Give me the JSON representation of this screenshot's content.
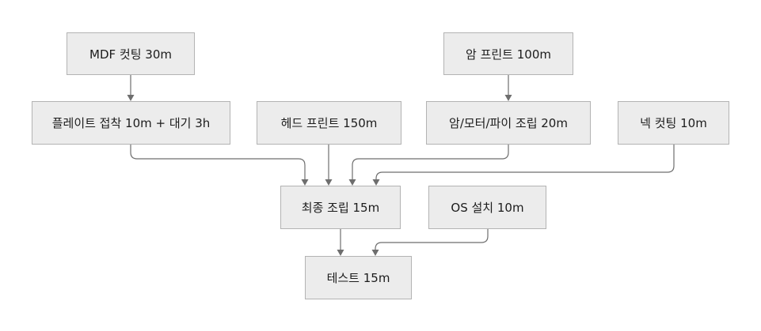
{
  "nodes": {
    "mdf_cut": "MDF 컷팅 30m",
    "arm_print": "암 프린트 100m",
    "plate_glue": "플레이트 접착 10m + 대기 3h",
    "head_print": "헤드 프린트 150m",
    "arm_motor": "암/모터/파이 조립 20m",
    "neck_cut": "넥 컷팅 10m",
    "final_assembly": "최종 조립 15m",
    "os_install": "OS 설치 10m",
    "test": "테스트 15m"
  },
  "edges": [
    {
      "from": "mdf_cut",
      "to": "plate_glue"
    },
    {
      "from": "arm_print",
      "to": "arm_motor"
    },
    {
      "from": "plate_glue",
      "to": "final_assembly"
    },
    {
      "from": "head_print",
      "to": "final_assembly"
    },
    {
      "from": "arm_motor",
      "to": "final_assembly"
    },
    {
      "from": "neck_cut",
      "to": "final_assembly"
    },
    {
      "from": "final_assembly",
      "to": "test"
    },
    {
      "from": "os_install",
      "to": "test"
    }
  ],
  "colors": {
    "node_fill": "#ececec",
    "node_border": "#b3b3b3",
    "edge": "#6e6e6e",
    "text": "#1c1c1c"
  }
}
